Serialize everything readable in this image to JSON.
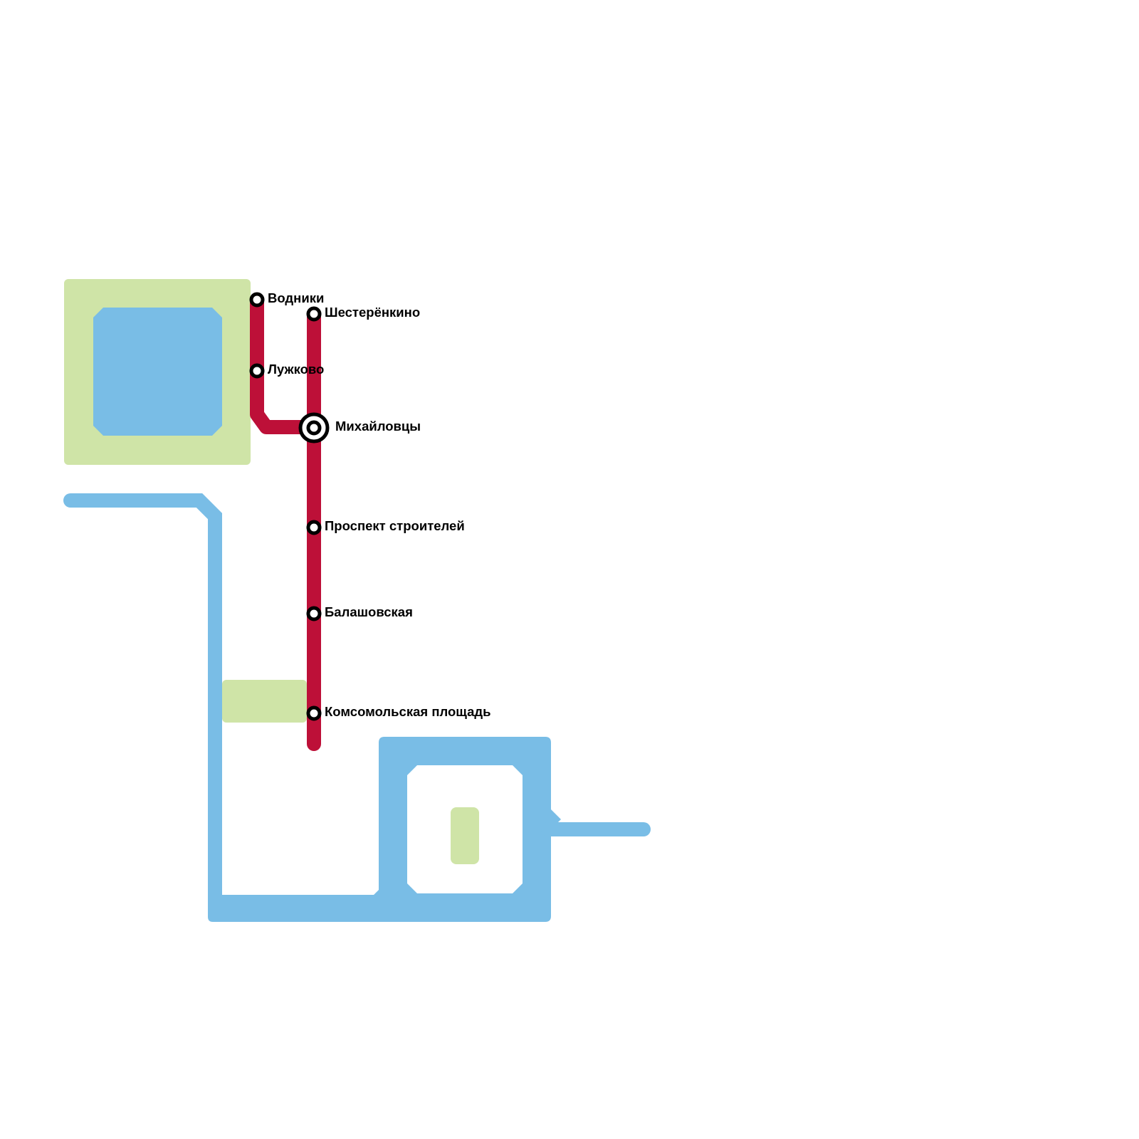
{
  "colors": {
    "background": "#ffffff",
    "water": "#79bde6",
    "park": "#cfe4a7",
    "line_red": "#bd1038",
    "station_fill": "#ffffff",
    "station_stroke": "#000000",
    "label": "#000000"
  },
  "map": {
    "features": [
      "park",
      "park",
      "park",
      "park",
      "water",
      "water",
      "water"
    ],
    "lines": [
      {
        "color": "#bd1038",
        "stations": [
          "Шестерёнкино",
          "Михайловцы",
          "Проспект строителей",
          "Балашовская",
          "Комсомольская площадь"
        ]
      },
      {
        "color": "#bd1038",
        "stations": [
          "Водники",
          "Лужково",
          "Михайловцы"
        ]
      }
    ],
    "stations": [
      {
        "label": "Водники",
        "transfer": false
      },
      {
        "label": "Шестерёнкино",
        "transfer": false
      },
      {
        "label": "Лужково",
        "transfer": false
      },
      {
        "label": "Михайловцы",
        "transfer": true
      },
      {
        "label": "Проспект строителей",
        "transfer": false
      },
      {
        "label": "Балашовская",
        "transfer": false
      },
      {
        "label": "Комсомольская площадь",
        "transfer": false
      }
    ]
  }
}
